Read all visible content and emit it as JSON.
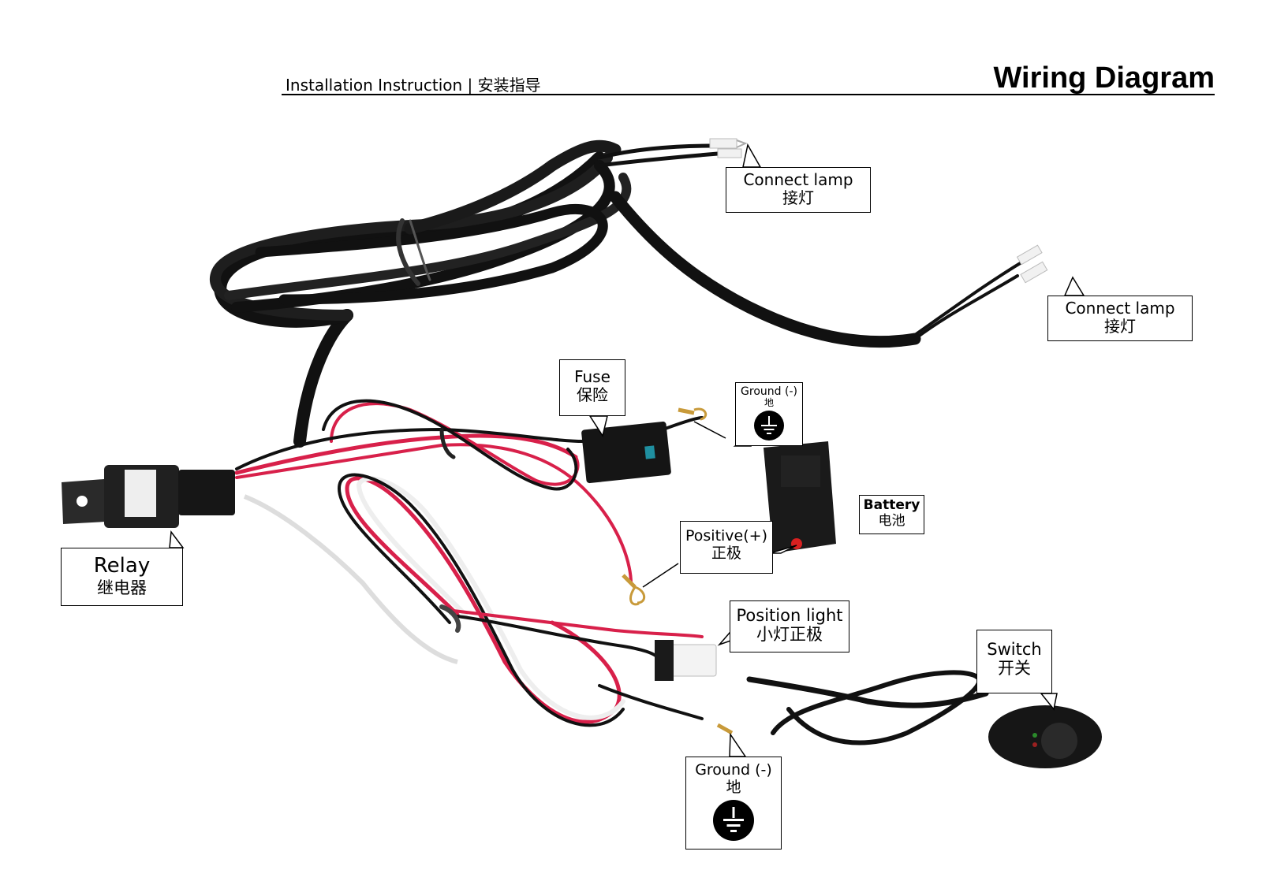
{
  "header": {
    "subtitle": "Installation Instruction | 安装指导",
    "title": "Wiring Diagram"
  },
  "callouts": {
    "connect_lamp_1": {
      "en": "Connect lamp",
      "cn": "接灯"
    },
    "connect_lamp_2": {
      "en": "Connect lamp",
      "cn": "接灯"
    },
    "fuse": {
      "en": "Fuse",
      "cn": "保险"
    },
    "ground_top": {
      "en": "Ground (-)",
      "cn": "地"
    },
    "battery": {
      "en": "Battery",
      "cn": "电池"
    },
    "positive": {
      "en": "Positive(+)",
      "cn": "正极"
    },
    "relay": {
      "en": "Relay",
      "cn": "继电器"
    },
    "position_light": {
      "en": "Position light",
      "cn": "小灯正极"
    },
    "switch": {
      "en": "Switch",
      "cn": "开关"
    },
    "ground_bottom": {
      "en": "Ground (-)",
      "cn": "地"
    }
  },
  "colors": {
    "wire_black": "#1a1a1a",
    "wire_red": "#d8204a",
    "wire_white": "#f4f4f4",
    "terminal_brass": "#c89a3a",
    "callout_border": "#000000"
  },
  "icons": [
    "ground-symbol-icon"
  ]
}
